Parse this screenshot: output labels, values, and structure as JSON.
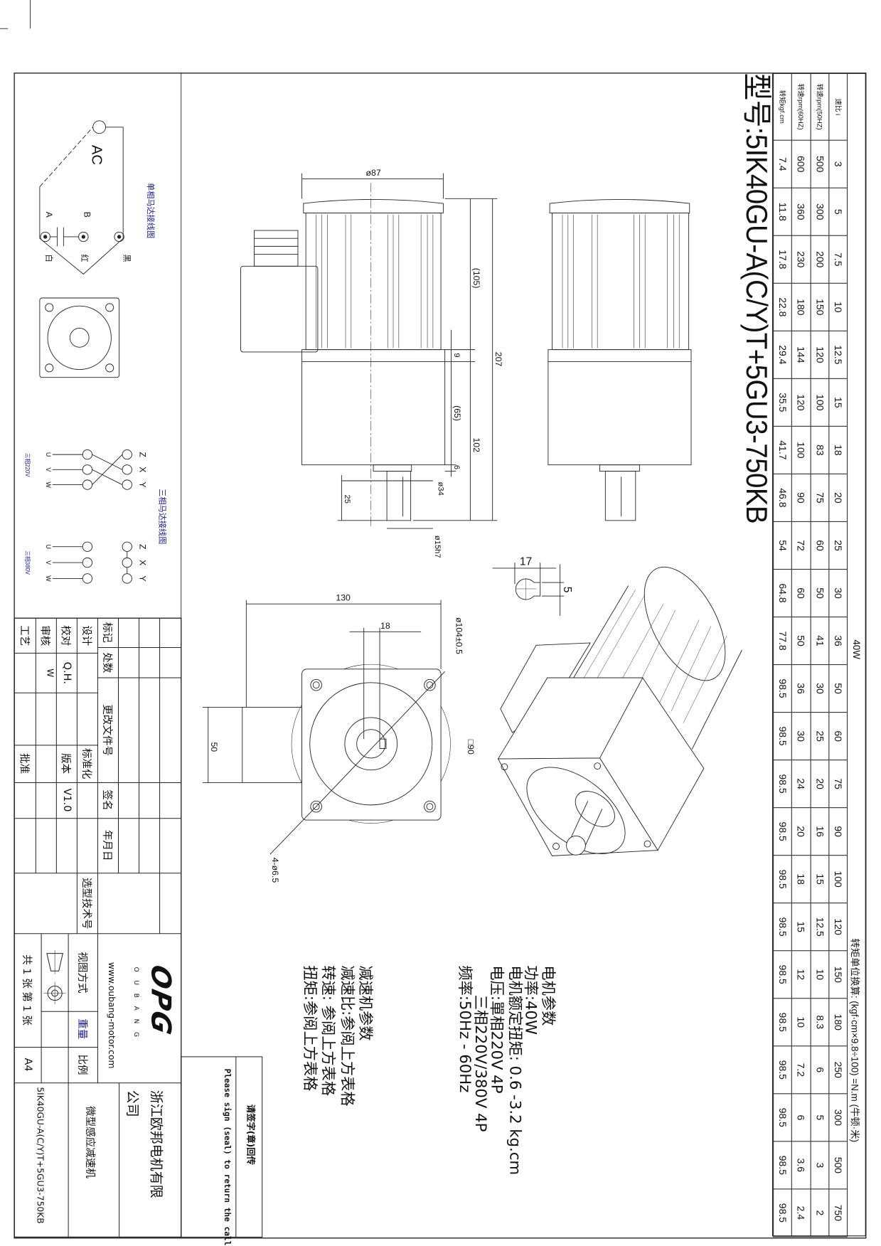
{
  "title": "型号:5IK40GU-A(C/Y)T+5GU3-750KB",
  "table": {
    "header_power": "40W",
    "header_note": "转矩单位换算: (kgf·cm×9.8÷100) =N.m (牛顿·米)",
    "row_labels": [
      "速比 i",
      "转速rpm(50HZ)",
      "转速rpm(60HZ)",
      "转矩kgf.cm"
    ],
    "ratio": [
      "3",
      "5",
      "7.5",
      "10",
      "12.5",
      "15",
      "18",
      "20",
      "25",
      "30",
      "36",
      "50",
      "60",
      "75",
      "90",
      "100",
      "120",
      "150",
      "180",
      "250",
      "300",
      "500",
      "750"
    ],
    "rpm_50hz": [
      "500",
      "300",
      "200",
      "150",
      "120",
      "100",
      "83",
      "75",
      "60",
      "50",
      "41",
      "30",
      "25",
      "20",
      "16",
      "15",
      "12.5",
      "10",
      "8.3",
      "6",
      "5",
      "3",
      "2"
    ],
    "rpm_60hz": [
      "600",
      "360",
      "230",
      "180",
      "144",
      "120",
      "100",
      "90",
      "72",
      "60",
      "50",
      "36",
      "30",
      "24",
      "20",
      "18",
      "15",
      "12",
      "10",
      "7.2",
      "6",
      "3.6",
      "2.4"
    ],
    "torque": [
      "7.4",
      "11.8",
      "17.8",
      "22.8",
      "29.4",
      "35.5",
      "41.7",
      "46.8",
      "54",
      "64.8",
      "77.8",
      "98.5",
      "98.5",
      "98.5",
      "98.5",
      "98.5",
      "98.5",
      "98.5",
      "98.5",
      "98.5",
      "98.5",
      "98.5",
      "98.5"
    ]
  },
  "dimensions": {
    "d87": "ø87",
    "l207": "207",
    "l105": "(105)",
    "l9": "9",
    "l65": "(65)",
    "l102": "102",
    "l6": "6",
    "d34": "ø34",
    "l25": "25",
    "d15": "ø15h7",
    "l17": "17",
    "l5": "5",
    "l130": "130",
    "l18": "18",
    "d104": "ø104±0.5",
    "sq90": "□90",
    "l50": "50",
    "holes": "4-ø6.5"
  },
  "wiring": {
    "single_title": "单相马达接线图",
    "ac": "AC",
    "a": "A",
    "b": "B",
    "black": "黑",
    "red": "红",
    "white": "白",
    "three_title": "三相马达接线图",
    "zxy": [
      "Z",
      "X",
      "Y"
    ],
    "uvw": [
      "U",
      "V",
      "W"
    ],
    "v220": "三相220V",
    "v380": "三相380V"
  },
  "motor_params": {
    "heading": "电机参数",
    "power": "功率:40W",
    "rated_torque": "电机额定扭矩: 0.6 -3.2 kg.cm",
    "voltage": "电压:單相220V 4P",
    "voltage3": "三相220V/380V 4P",
    "frequency": "频率:50Hz - 60Hz"
  },
  "gear_params": {
    "heading": "减速机参数",
    "ratio": "减速比:参阅上方表格",
    "speed": "转速: 参阅上方表格",
    "torque": "扭矩:参阅上方表格"
  },
  "sign": {
    "cn": "请签字(章)回传",
    "en": "Please sign (seal) to return the call"
  },
  "title_block": {
    "mark": "标记",
    "count": "处数",
    "change_doc": "更改文件号",
    "signature": "签名",
    "date": "年月日",
    "design": "设计",
    "standardize": "标准化",
    "check": "校对",
    "check_by": "Q.H.",
    "version": "版本",
    "version_val": "V1.0",
    "review": "审核",
    "review_by": "W",
    "process": "工艺",
    "approve": "批准",
    "selection_no": "选型技术号",
    "view_method": "视图方式",
    "weight": "重量",
    "scale": "比例",
    "sheets": "共 1 张 第 1 张",
    "size": "A4",
    "logo": "OPG",
    "brand": "O U B A N G",
    "website": "www.oubang-motor.com",
    "company_line1": "浙江欧邦电机有限",
    "company_line2": "公司",
    "product": "微型感应减速机",
    "model": "5IK40GU-A(C/Y)T+5GU3-750KB"
  }
}
